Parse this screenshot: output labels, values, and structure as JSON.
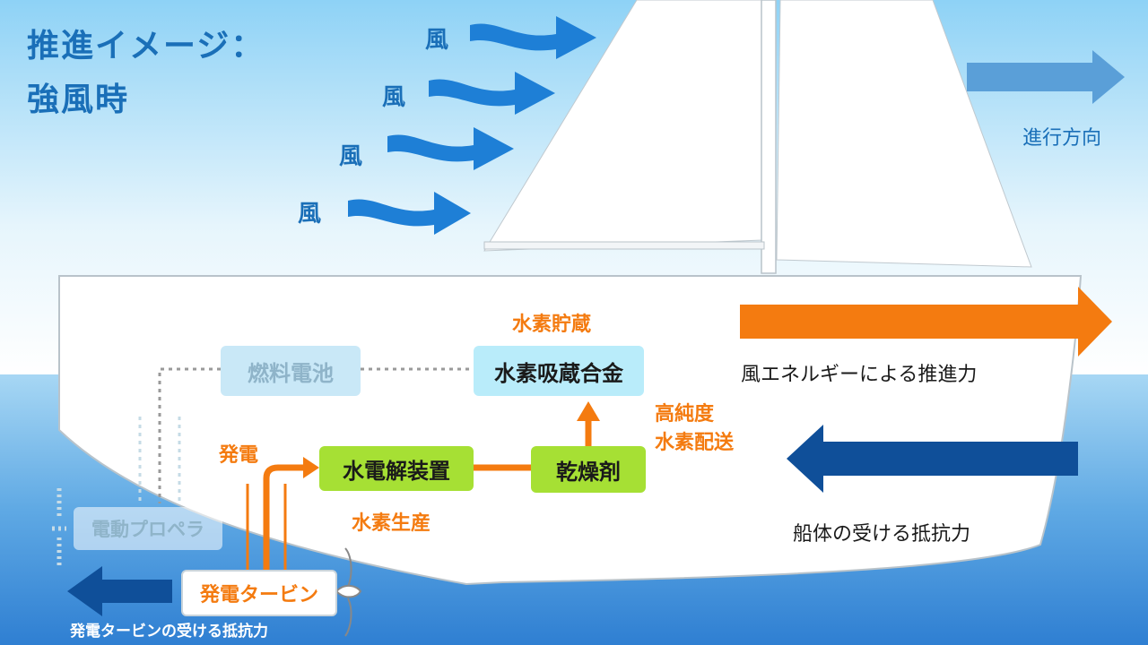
{
  "title": {
    "line1": "推進イメージ：",
    "line2": "強風時"
  },
  "wind_label": "風",
  "direction_label": "進行方向",
  "storage_label": "水素貯蔵",
  "fuel_cell": "燃料電池",
  "storage_alloy": "水素吸蔵合金",
  "electrolyzer": "水電解装置",
  "desiccant": "乾燥剤",
  "generation_label": "発電",
  "production_label": "水素生産",
  "purity_line1": "高純度",
  "purity_line2": "水素配送",
  "wind_force": "風エネルギーによる推進力",
  "hull_drag": "船体の受ける抵抗力",
  "propeller": "電動プロペラ",
  "turbine": "発電タービン",
  "turbine_drag": "発電タービンの受ける抵抗力",
  "colors": {
    "sky_top": "#8fd3f6",
    "sea": "#3c8fda",
    "wind_blue": "#1e7fd6",
    "title_blue": "#1a6fb8",
    "orange": "#f47b10",
    "navy": "#0f4f99",
    "green_box": "#a6e034",
    "cyan_box": "#b9ecfa",
    "faded_box": "#c9e8f7",
    "faded_text": "#8fb4c9"
  }
}
